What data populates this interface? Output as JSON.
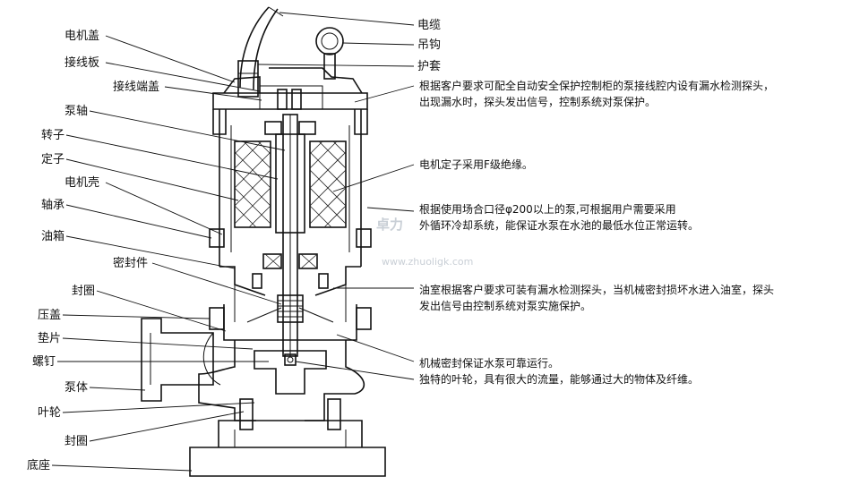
{
  "left_labels": [
    {
      "id": "motor-cover",
      "text": "电机盖"
    },
    {
      "id": "terminal-board",
      "text": "接线板"
    },
    {
      "id": "terminal-cap",
      "text": "接线端盖"
    },
    {
      "id": "pump-shaft",
      "text": "泵轴"
    },
    {
      "id": "rotor",
      "text": "转子"
    },
    {
      "id": "stator",
      "text": "定子"
    },
    {
      "id": "motor-casing",
      "text": "电机壳"
    },
    {
      "id": "bearing",
      "text": "轴承"
    },
    {
      "id": "oil-box",
      "text": "油箱"
    },
    {
      "id": "seal-part",
      "text": "密封件"
    },
    {
      "id": "seal-ring-1",
      "text": "封圈"
    },
    {
      "id": "gland",
      "text": "压盖"
    },
    {
      "id": "gasket",
      "text": "垫片"
    },
    {
      "id": "screw",
      "text": "螺钉"
    },
    {
      "id": "pump-body",
      "text": "泵体"
    },
    {
      "id": "impeller",
      "text": "叶轮"
    },
    {
      "id": "seal-ring-2",
      "text": "封圈"
    },
    {
      "id": "base",
      "text": "底座"
    }
  ],
  "right_labels": [
    {
      "id": "cable",
      "text": "电缆"
    },
    {
      "id": "hook",
      "text": "吊钩"
    },
    {
      "id": "sleeve",
      "text": "护套"
    }
  ],
  "descriptions": [
    {
      "id": "leak-probe",
      "lines": [
        "根据客户要求可配全自动安全保护控制柜的泵接线腔内设有漏水检测探头，",
        "出现漏水时，探头发出信号，控制系统对泵保护。"
      ]
    },
    {
      "id": "insulation",
      "lines": [
        "电机定子采用F级绝缘。"
      ]
    },
    {
      "id": "cooling",
      "lines": [
        "根据使用场合口径φ200以上的泵,可根据用户需要采用",
        "外循环冷却系统，能保证水泵在水池的最低水位正常运转。"
      ]
    },
    {
      "id": "oil-probe",
      "lines": [
        "油室根据客户要求可装有漏水检测探头，当机械密封损坏水进入油室，探头",
        "发出信号由控制系统对泵实施保护。"
      ]
    },
    {
      "id": "mech-seal",
      "lines": [
        "机械密封保证水泵可靠运行。"
      ]
    },
    {
      "id": "impeller-desc",
      "lines": [
        "独特的叶轮，具有很大的流量，能够通过大的物体及纤维。"
      ]
    }
  ],
  "watermark": {
    "text": "卓力",
    "url": "www.zhuoligk.com"
  }
}
